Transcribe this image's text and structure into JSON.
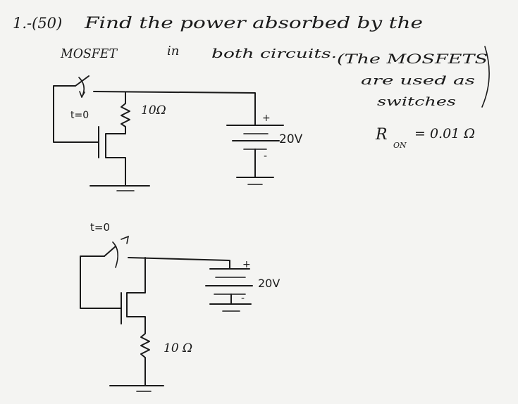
{
  "problem": {
    "number": "1.-(50)",
    "line1": "Find the power absorbed by the",
    "line2a": "MOSFET",
    "line2b": "in",
    "line2c": "both circuits.",
    "note1": "(The MOSFETS",
    "note2": "are used as",
    "note3": "switches",
    "ron": "R",
    "ron_sub": "ON",
    "ron_value": "= 0.01 Ω"
  },
  "circuit_top": {
    "switch_label": "t=0",
    "resistor_label": "10Ω",
    "battery_label": "20V",
    "plus": "+",
    "minus": "-"
  },
  "circuit_bottom": {
    "switch_label": "t=0",
    "resistor_label": "10 Ω",
    "battery_label": "20V",
    "plus": "+",
    "minus": "-"
  }
}
